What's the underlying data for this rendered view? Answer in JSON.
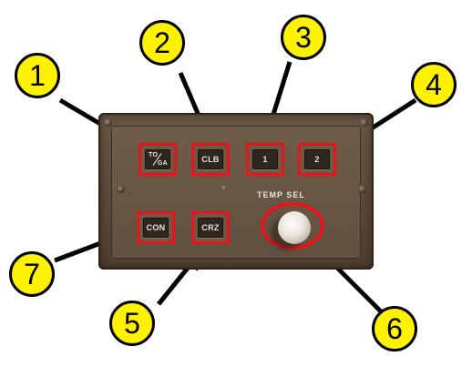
{
  "panel": {
    "buttons": [
      {
        "id": "toga",
        "label_top": "TO",
        "label_bottom": "GA"
      },
      {
        "id": "clb",
        "label": "CLB"
      },
      {
        "id": "thrust-1",
        "label": "1"
      },
      {
        "id": "thrust-2",
        "label": "2"
      },
      {
        "id": "crz",
        "label": "CRZ"
      },
      {
        "id": "con",
        "label": "CON"
      }
    ],
    "temp_sel_label": "TEMP SEL",
    "star_mark": "+"
  },
  "callouts": [
    "1",
    "2",
    "3",
    "4",
    "5",
    "6",
    "7"
  ],
  "colors": {
    "callout_fill": "#fff200",
    "callout_border": "#000000",
    "highlight": "#e8141c",
    "panel": "#5b4a39",
    "key_face": "#2f2620"
  }
}
